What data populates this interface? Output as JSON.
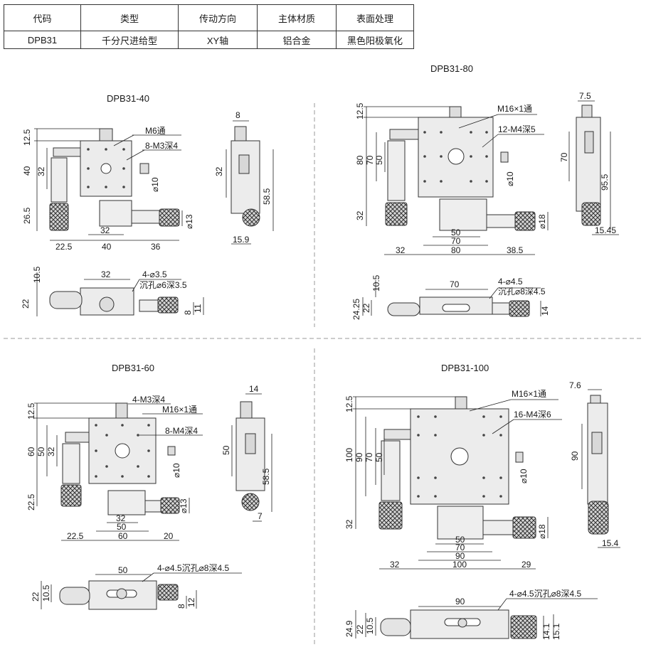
{
  "spec_table": {
    "headers": [
      "代码",
      "类型",
      "传动方向",
      "主体材质",
      "表面处理"
    ],
    "row": [
      "DPB31",
      "千分尺进给型",
      "XY轴",
      "铝合金",
      "黑色阳极氧化"
    ]
  },
  "panels": {
    "p40": {
      "title": "DPB31-40",
      "top": [
        "12.5",
        "40",
        "32",
        "26.5",
        "M6通",
        "8-M3深4",
        "⌀10",
        "32",
        "⌀13",
        "22.5",
        "40",
        "36"
      ],
      "side": [
        "8",
        "32",
        "58.5",
        "15.9"
      ],
      "bottom": [
        "10.5",
        "32",
        "4-⌀3.5",
        "沉孔⌀6深3.5",
        "22",
        "8",
        "11"
      ]
    },
    "p80": {
      "title": "DPB31-80",
      "top": [
        "12.5",
        "M16×1通",
        "12-M4深5",
        "80",
        "70",
        "50",
        "⌀10",
        "32",
        "50",
        "⌀18",
        "70",
        "32",
        "80",
        "38.5"
      ],
      "side": [
        "7.5",
        "70",
        "95.5",
        "15.45"
      ],
      "bottom": [
        "10.5",
        "70",
        "4-⌀4.5",
        "沉孔⌀8深4.5",
        "24.25",
        "22",
        "14"
      ]
    },
    "p60": {
      "title": "DPB31-60",
      "top": [
        "12.5",
        "4-M3深4",
        "M16×1通",
        "60",
        "50",
        "32",
        "8-M4深4",
        "⌀10",
        "22.5",
        "32",
        "⌀13",
        "50",
        "22.5",
        "60",
        "20"
      ],
      "side": [
        "14",
        "50",
        "58.5",
        "7"
      ],
      "bottom": [
        "50",
        "4-⌀4.5沉孔⌀8深4.5",
        "22",
        "10.5",
        "8",
        "12"
      ]
    },
    "p100": {
      "title": "DPB31-100",
      "top": [
        "12.5",
        "M16×1通",
        "16-M4深6",
        "100",
        "90",
        "70",
        "50",
        "⌀10",
        "32",
        "50",
        "70",
        "90",
        "⌀18",
        "32",
        "100",
        "29"
      ],
      "side": [
        "7.6",
        "90",
        "15.4"
      ],
      "bottom": [
        "90",
        "4-⌀4.5沉孔⌀8深4.5",
        "24.9",
        "22",
        "10.5",
        "14.1",
        "15.1"
      ]
    }
  }
}
